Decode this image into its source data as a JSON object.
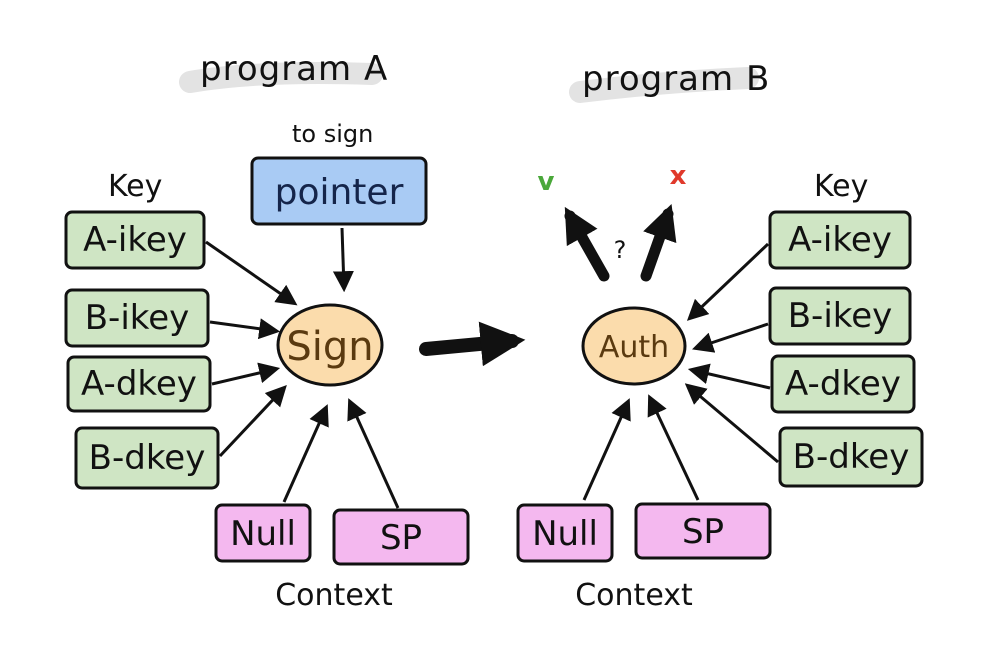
{
  "program_a": {
    "title": "program A",
    "to_sign_label": "to sign",
    "pointer_label": "pointer",
    "key_label": "Key",
    "keys": [
      "A-ikey",
      "B-ikey",
      "A-dkey",
      "B-dkey"
    ],
    "sign_label": "Sign",
    "contexts": [
      "Null",
      "SP"
    ],
    "context_label": "Context"
  },
  "program_b": {
    "title": "program B",
    "key_label": "Key",
    "keys": [
      "A-ikey",
      "B-ikey",
      "A-dkey",
      "B-dkey"
    ],
    "auth_label": "Auth",
    "contexts": [
      "Null",
      "SP"
    ],
    "context_label": "Context",
    "success_mark": "v",
    "failure_mark": "x",
    "question_mark": "?"
  },
  "colors": {
    "key_fill": "#cfe5c4",
    "pointer_fill": "#a9cbf4",
    "node_fill": "#fbdcac",
    "context_fill": "#f4b8ef",
    "title_highlight": "#e3e3e3",
    "success": "#4aa83a",
    "failure": "#e0392b",
    "stroke": "#111111"
  }
}
